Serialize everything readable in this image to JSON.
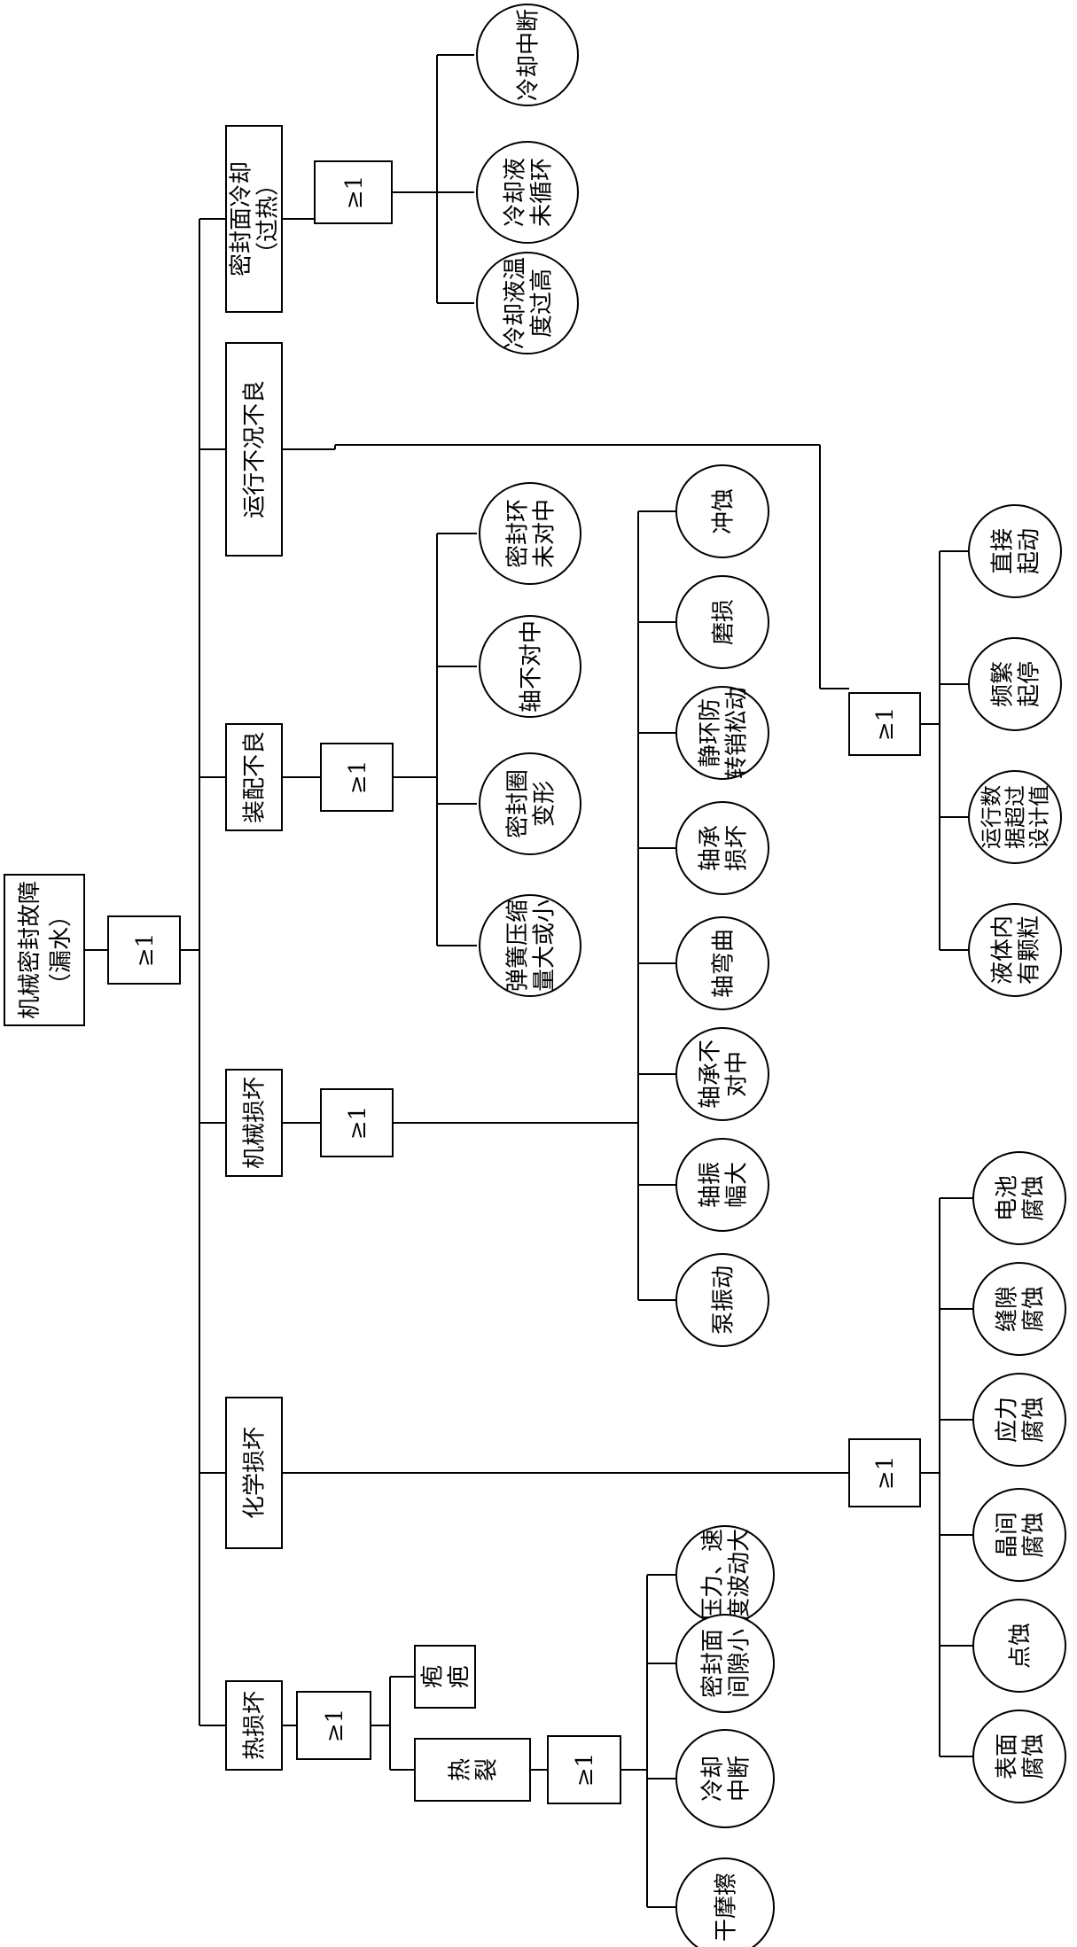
{
  "diagram": {
    "top": "机械密封故障（漏水）",
    "top_lines": [
      "机械密封故障",
      "（漏水）"
    ],
    "gate_label": "≥1",
    "branches": [
      {
        "id": "cool",
        "lines": [
          "密封面冷却",
          "（过热）"
        ]
      },
      {
        "id": "run",
        "lines": [
          "运行不况不良"
        ]
      },
      {
        "id": "assemble",
        "lines": [
          "装配不良"
        ]
      },
      {
        "id": "mech",
        "lines": [
          "机械损坏"
        ]
      },
      {
        "id": "chem",
        "lines": [
          "化学损坏"
        ]
      },
      {
        "id": "heat",
        "lines": [
          "热损坏"
        ]
      }
    ],
    "intermediate": [
      {
        "id": "blister",
        "lines": [
          "疱",
          "疤"
        ]
      },
      {
        "id": "crack",
        "lines": [
          "热",
          "裂"
        ]
      }
    ],
    "leaves": {
      "cool": [
        [
          "冷却中断"
        ],
        [
          "冷却液",
          "未循环"
        ],
        [
          "冷却液温",
          "度过高"
        ]
      ],
      "run": [
        [
          "直接",
          "起动"
        ],
        [
          "频繁",
          "起停"
        ],
        [
          "运行数",
          "据超过",
          "设计值"
        ],
        [
          "液体内",
          "有颗粒"
        ]
      ],
      "assemble": [
        [
          "密封环",
          "未对中"
        ],
        [
          "轴不对中"
        ],
        [
          "密封圈",
          "变形"
        ],
        [
          "弹簧压缩",
          "量大或小"
        ]
      ],
      "mech": [
        [
          "冲蚀"
        ],
        [
          "磨损"
        ],
        [
          "静环防",
          "转销松动"
        ],
        [
          "轴承",
          "损坏"
        ],
        [
          "轴弯曲"
        ],
        [
          "轴承不",
          "对中"
        ],
        [
          "轴振",
          "幅大"
        ],
        [
          "泵振动"
        ]
      ],
      "chem": [
        [
          "电池",
          "腐蚀"
        ],
        [
          "缝隙",
          "腐蚀"
        ],
        [
          "应力",
          "腐蚀"
        ],
        [
          "晶间",
          "腐蚀"
        ],
        [
          "点蚀"
        ],
        [
          "表面",
          "腐蚀"
        ]
      ],
      "crack": [
        [
          "压力、速",
          "度波动大"
        ],
        [
          "密封面",
          "间隙小"
        ],
        [
          "冷却",
          "中断"
        ],
        [
          "干摩擦"
        ]
      ]
    }
  }
}
